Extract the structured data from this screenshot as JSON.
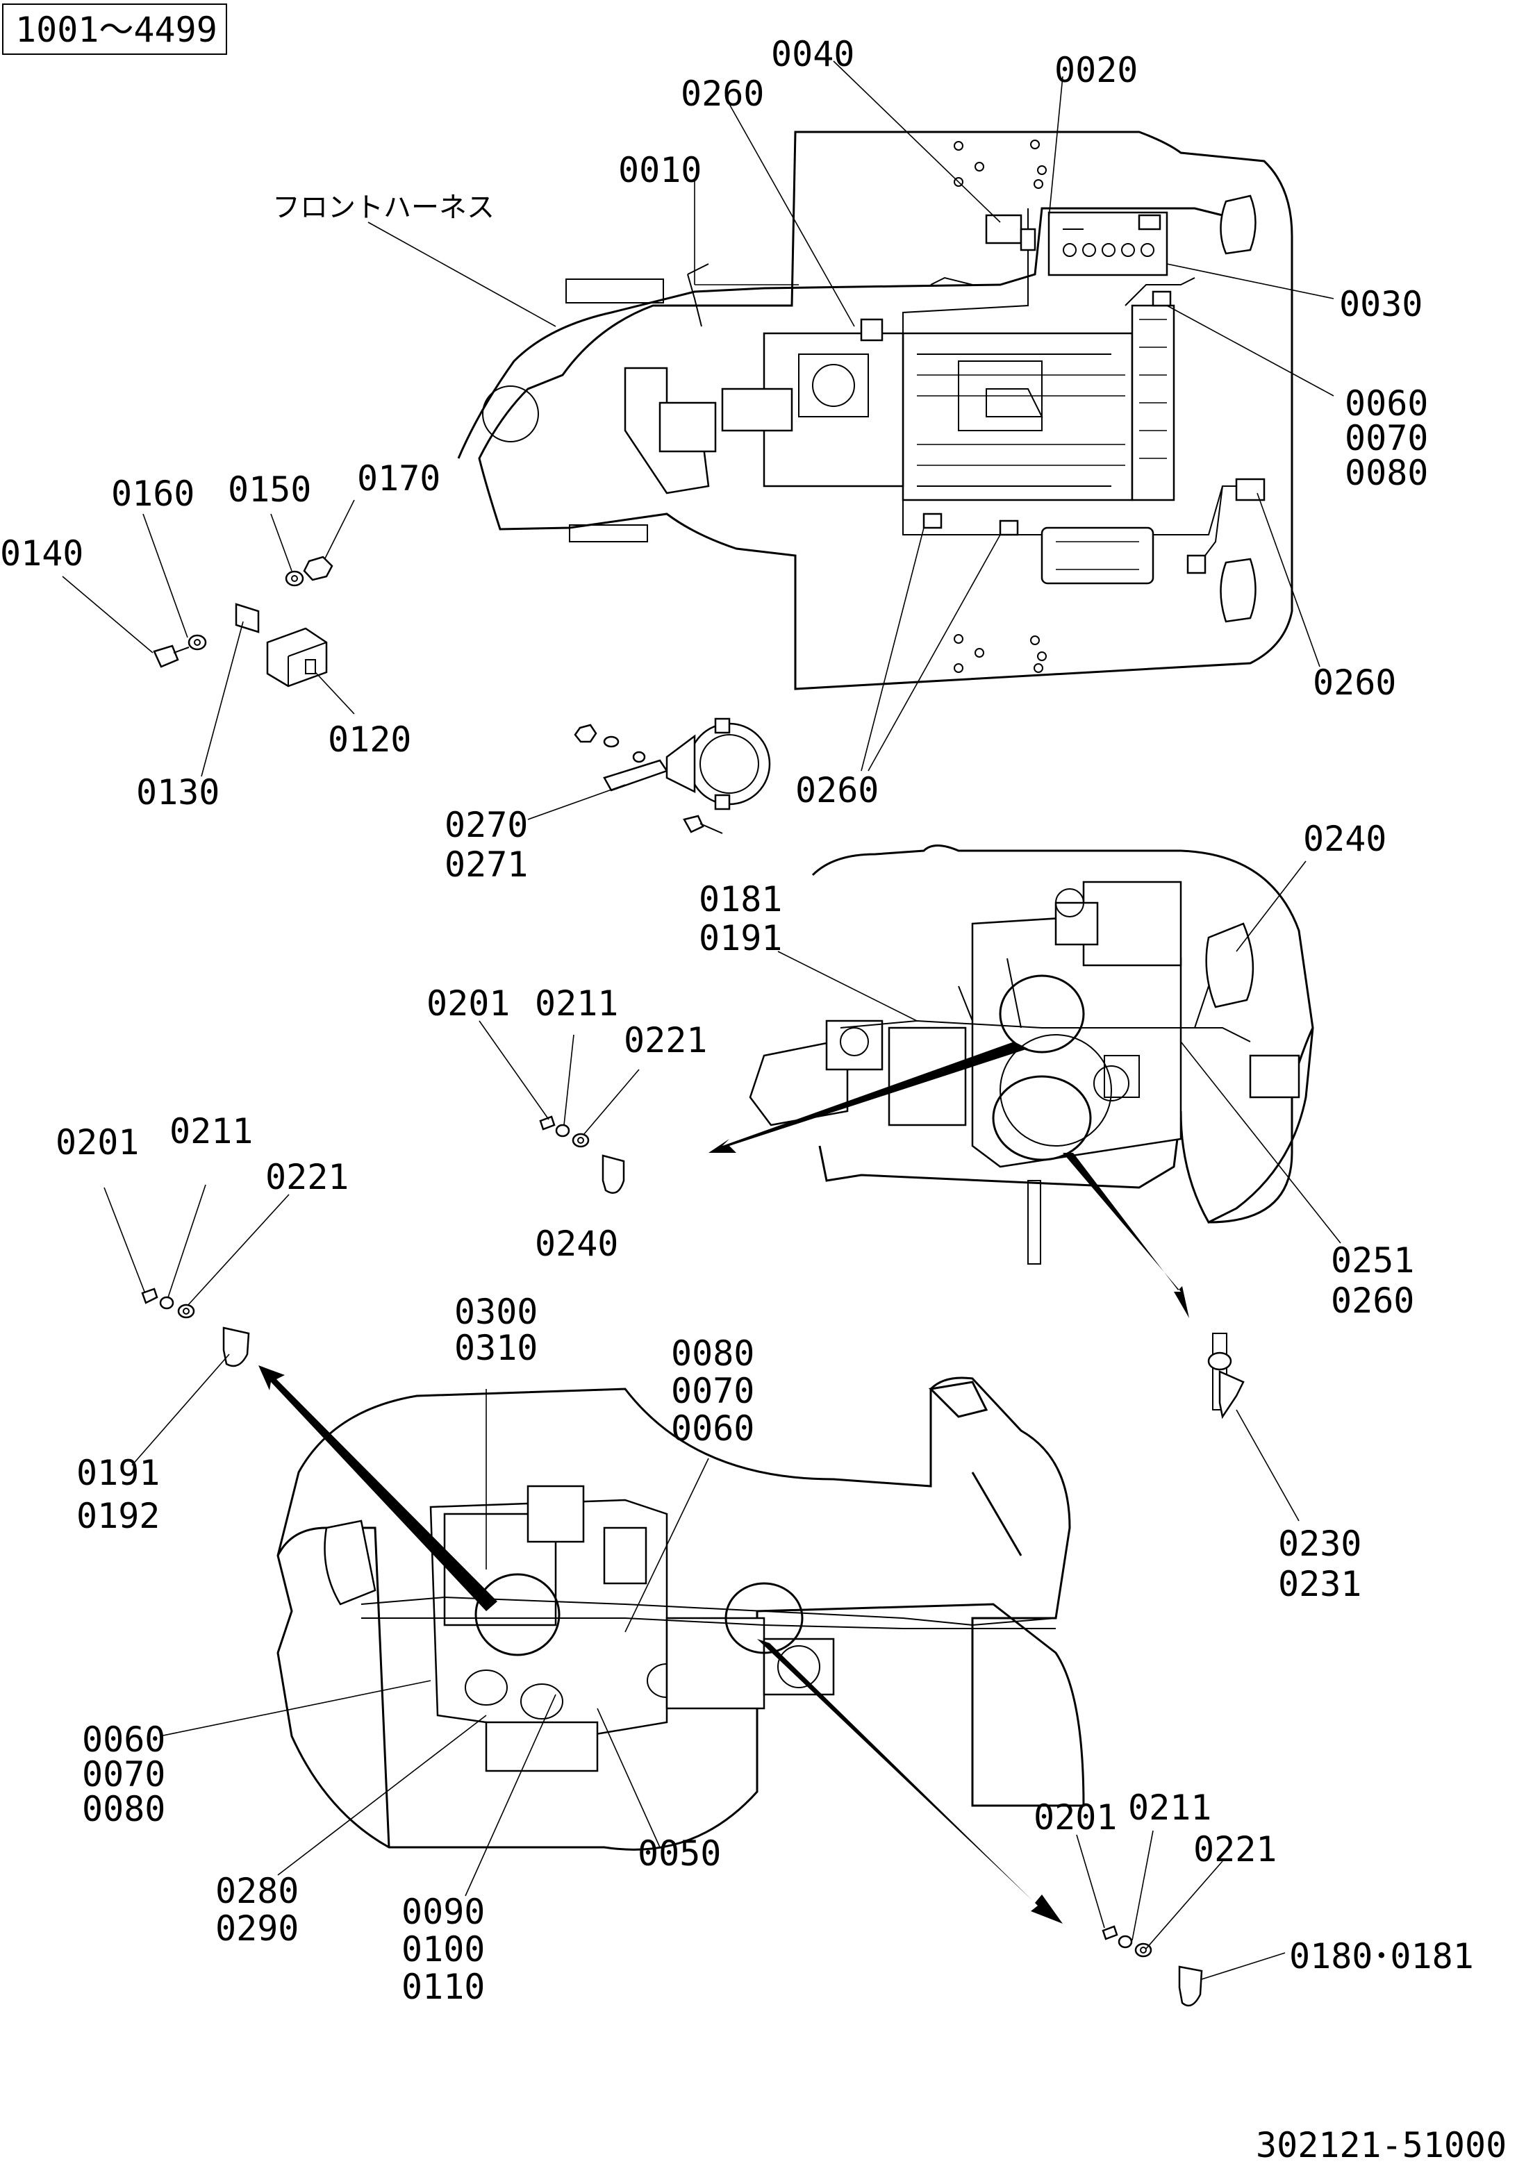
{
  "serial_range": "1001～4499",
  "drawing_number": "302121-51000",
  "top_view": {
    "front_harness_label": "フロントハーネス",
    "labels": {
      "l0040": "0040",
      "l0260a": "0260",
      "l0020": "0020",
      "l0010": "0010",
      "l0030": "0030",
      "l0060": "0060",
      "l0070": "0070",
      "l0080": "0080",
      "l0260b": "0260",
      "l0260c": "0260"
    }
  },
  "relay_exploded": {
    "l0160": "0160",
    "l0150": "0150",
    "l0170": "0170",
    "l0140": "0140",
    "l0120": "0120",
    "l0130": "0130"
  },
  "horn_exploded": {
    "l0270": "0270",
    "l0271": "0271"
  },
  "middle_view": {
    "l0240a": "0240",
    "l0181": "0181",
    "l0191a": "0191",
    "l0201a": "0201",
    "l0211a": "0211",
    "l0221a": "0221",
    "l0240b": "0240",
    "l0251": "0251",
    "l0260": "0260",
    "l0230": "0230",
    "l0231": "0231"
  },
  "left_clamp": {
    "l0201": "0201",
    "l0211": "0211",
    "l0221": "0221",
    "l0191": "0191",
    "l0192": "0192"
  },
  "bottom_view": {
    "l0300": "0300",
    "l0310": "0310",
    "l0080a": "0080",
    "l0070a": "0070",
    "l0060a": "0060",
    "l0060b": "0060",
    "l0070b": "0070",
    "l0080b": "0080",
    "l0050": "0050",
    "l0280": "0280",
    "l0290": "0290",
    "l0090": "0090",
    "l0100": "0100",
    "l0110": "0110"
  },
  "right_clamp": {
    "l0201": "0201",
    "l0211": "0211",
    "l0221": "0221",
    "l0180_0181": "0180･0181"
  }
}
